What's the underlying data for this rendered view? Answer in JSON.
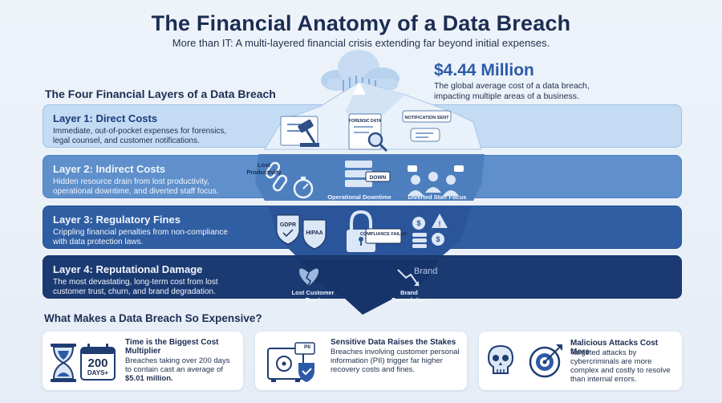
{
  "header": {
    "title": "The Financial Anatomy of a Data Breach",
    "subtitle": "More than IT: A multi-layered financial crisis extending far beyond initial expenses."
  },
  "stat": {
    "value": "$4.44 Million",
    "description": "The global average cost of a data breach, impacting multiple areas of a business."
  },
  "layers_heading": "The Four Financial Layers of a Data Breach",
  "layers": [
    {
      "title": "Layer 1: Direct Costs",
      "description": "Immediate, out-of-pocket expenses for forensics, legal counsel, and customer notifications."
    },
    {
      "title": "Layer 2: Indirect Costs",
      "description": "Hidden resource drain from lost productivity, operational downtime, and diverted staff focus."
    },
    {
      "title": "Layer 3: Regulatory Fines",
      "description": "Crippling financial penalties from non-compliance with data protection laws."
    },
    {
      "title": "Layer 4: Reputational Damage",
      "description": "The most devastating, long-term cost from lost customer trust, churn, and brand degradation."
    }
  ],
  "iceberg_labels": {
    "forensic": "FORENSIC DATA",
    "notification": "NOTIFICATION SENT",
    "lost_productivity": "Lost Productivity",
    "down": "DOWN",
    "operational_downtime": "Operational Downtime",
    "diverted_staff_focus": "Diverted Staff Focus",
    "gdpr": "GDPR",
    "hipaa": "HIPAA",
    "compliance_failed": "COMPLIANCE FAILED",
    "lost_customer_trust": "Lost Customer Trust",
    "brand": "Brand",
    "brand_degradation": "Brand Degradation"
  },
  "expense_heading": "What Makes a Data Breach So Expensive?",
  "cards": [
    {
      "title": "Time is the Biggest Cost Multiplier",
      "description": "Breaches taking over 200 days to contain cast an average of",
      "highlight": "$5.01 million.",
      "badge_number": "200",
      "badge_text": "DAYS+"
    },
    {
      "title": "Sensitive Data Raises the Stakes",
      "description": "Breaches involving customer personal information (PII) trigger far higher recovery costs and fines.",
      "badge_text": "PII"
    },
    {
      "title": "Malicious Attacks Cost More",
      "description": "Targeted attacks by cybercriminals are more complex and costly to resolve than internal errors."
    }
  ],
  "colors": {
    "navy": "#1b2d52",
    "accent": "#2c5aa8",
    "layer1": "#c4dcf3",
    "layer2": "#5f90cb",
    "layer3": "#2f5ea3",
    "layer4": "#1c3a72"
  }
}
